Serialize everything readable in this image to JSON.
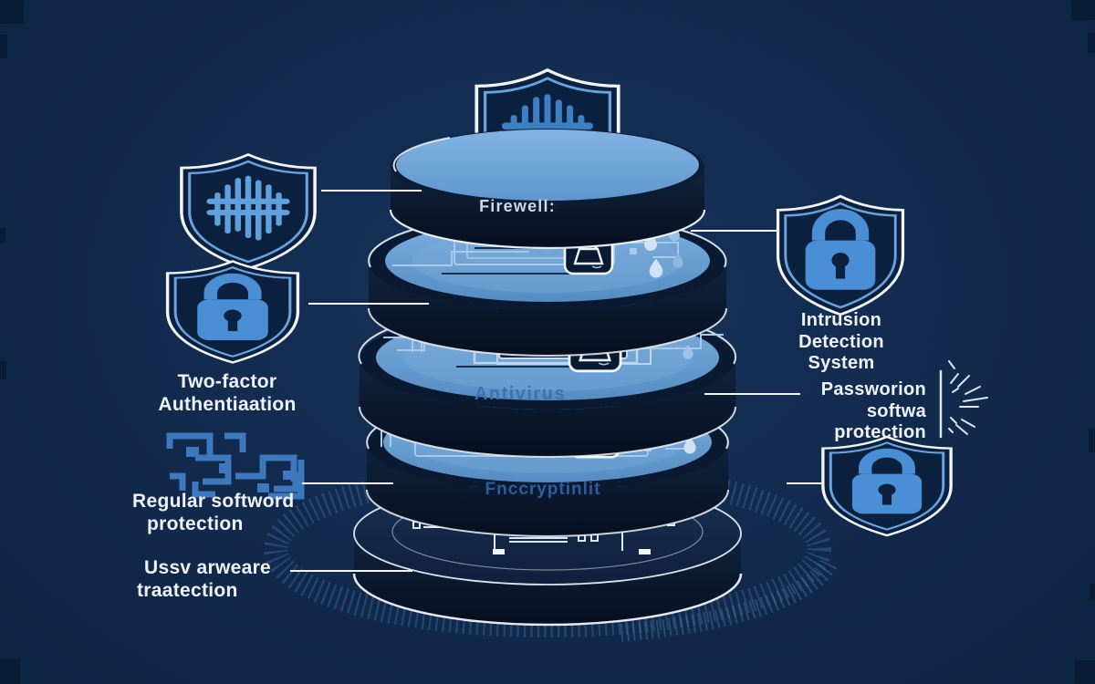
{
  "colors": {
    "background": "#122a4c",
    "disc_top_blue": "#6aa1d6",
    "disc_side_navy": "#0a1a32",
    "shield_fill_navy": "#0c2140",
    "shield_border_blue": "#6ba3dd",
    "accent_lock_blue": "#4a8ed6",
    "circuit_line_blue": "#a9c9e9",
    "white_line": "#f2f6fb",
    "label_antivirus_blue": "#3f72ae",
    "label_encryption_blue": "#2e5d9d",
    "label_firewall_blue": "#c9d7f0"
  },
  "layers": {
    "firewall": {
      "label": "Firewell:"
    },
    "antivirus": {
      "label": "Antivirus"
    },
    "encryption": {
      "label": "Fnccryptinlit"
    }
  },
  "callouts": {
    "two_factor": {
      "line1": "Two-factor",
      "line2": "Authentiaation"
    },
    "intrusion_detection": {
      "line1": "Intrusion",
      "line2": "Detection",
      "line3": "System"
    },
    "password_protection": {
      "line1": "Passworion",
      "line2": "softwa",
      "line3": "protection"
    },
    "regular_protection": {
      "line1": "Regular softword",
      "line2": "protection"
    },
    "user_awareness": {
      "line1": "Ussv arweare",
      "line2": "traatection"
    }
  },
  "icons": {
    "top_shield": "firewall-grid-shield-icon",
    "left_shield_top": "firewall-grid-shield-icon",
    "left_shield_lock": "lock-shield-icon",
    "right_shield_top": "lock-shield-icon",
    "right_shield_bottom": "lock-shield-icon",
    "qr": "qr-code-icon",
    "chip": "lock-chip-icon",
    "drops": "water-drop-icon",
    "keyboard": "keyboard-icon",
    "racks": "server-rack-icon",
    "sparkle": "sparkle-burst-icon"
  }
}
